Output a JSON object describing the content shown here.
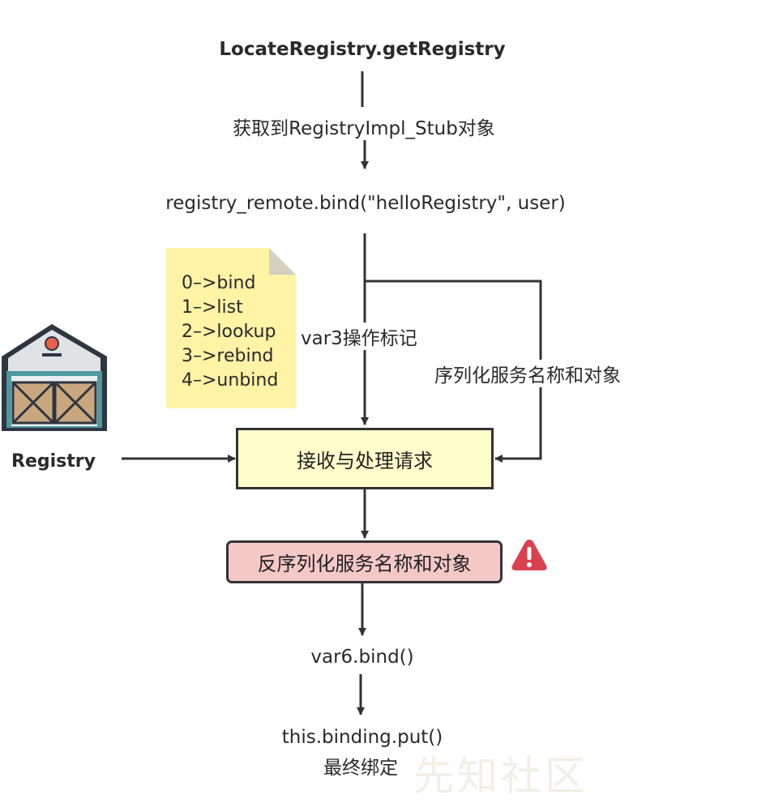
{
  "nodes": {
    "locate": "LocateRegistry.getRegistry",
    "bind_call": "registry_remote.bind(\"helloRegistry\", user)",
    "receive": "接收与处理请求",
    "deserialize": "反序列化服务名称和对象",
    "var6": "var6.bind()",
    "put": "this.binding.put()",
    "final": "最终绑定"
  },
  "edge_labels": {
    "stub": "获取到RegistryImpl_Stub对象",
    "opflag": "var3操作标记",
    "serialize": "序列化服务名称和对象"
  },
  "note": {
    "lines": [
      "0–>bind",
      "1–>list",
      "2–>lookup",
      "3–>rebind",
      "4–>unbind"
    ]
  },
  "registry": {
    "label": "Registry"
  },
  "warning": {
    "icon": "warning-icon",
    "color": "#d9414f"
  },
  "colors": {
    "receive_fill": "#ffffcc",
    "deserialize_fill": "#f5c8c8",
    "note_fill": "#fff3a6",
    "edge": "#333333"
  },
  "watermark": "先知社区"
}
